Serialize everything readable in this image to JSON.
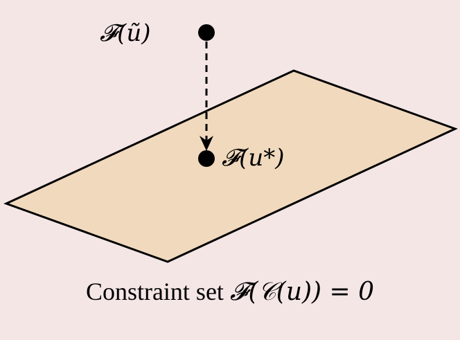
{
  "labels": {
    "original_point": "𝓕(ũ)",
    "projected_point": "𝓕(u*)"
  },
  "caption": {
    "prefix": "Constraint set ",
    "expression": "𝓕(𝒞(u)) = 0"
  },
  "colors": {
    "background": "#f5e6e6",
    "plane_fill": "#f0d9bd",
    "stroke": "#000000"
  }
}
